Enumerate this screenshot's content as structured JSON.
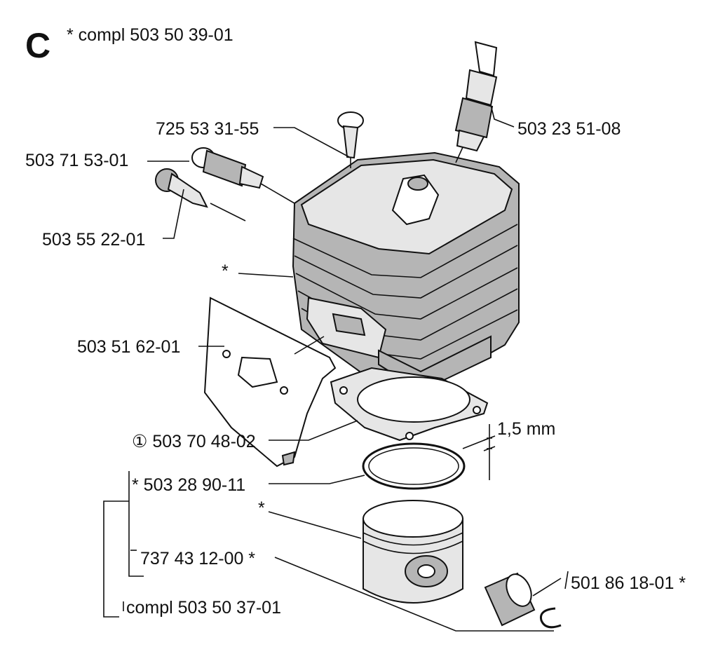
{
  "section_letter": "C",
  "header_label": "* compl 503 50 39-01",
  "parts": {
    "spark_plug": "503 23 51-08",
    "screw": "725 53 31-55",
    "decompression_valve": "503 71 53-01",
    "plug": "503 55 22-01",
    "cylinder_star": "*",
    "heat_shield": "503 51 62-01",
    "base_gasket": "① 503 70 48-02",
    "thickness": "1,5 mm",
    "piston_ring": "* 503 28 90-11",
    "piston_star": "*",
    "piston_pin": "737 43 12-00 *",
    "needle_bearing": "501 86 18-01 *",
    "piston_kit": "compl 503 50 37-01"
  }
}
